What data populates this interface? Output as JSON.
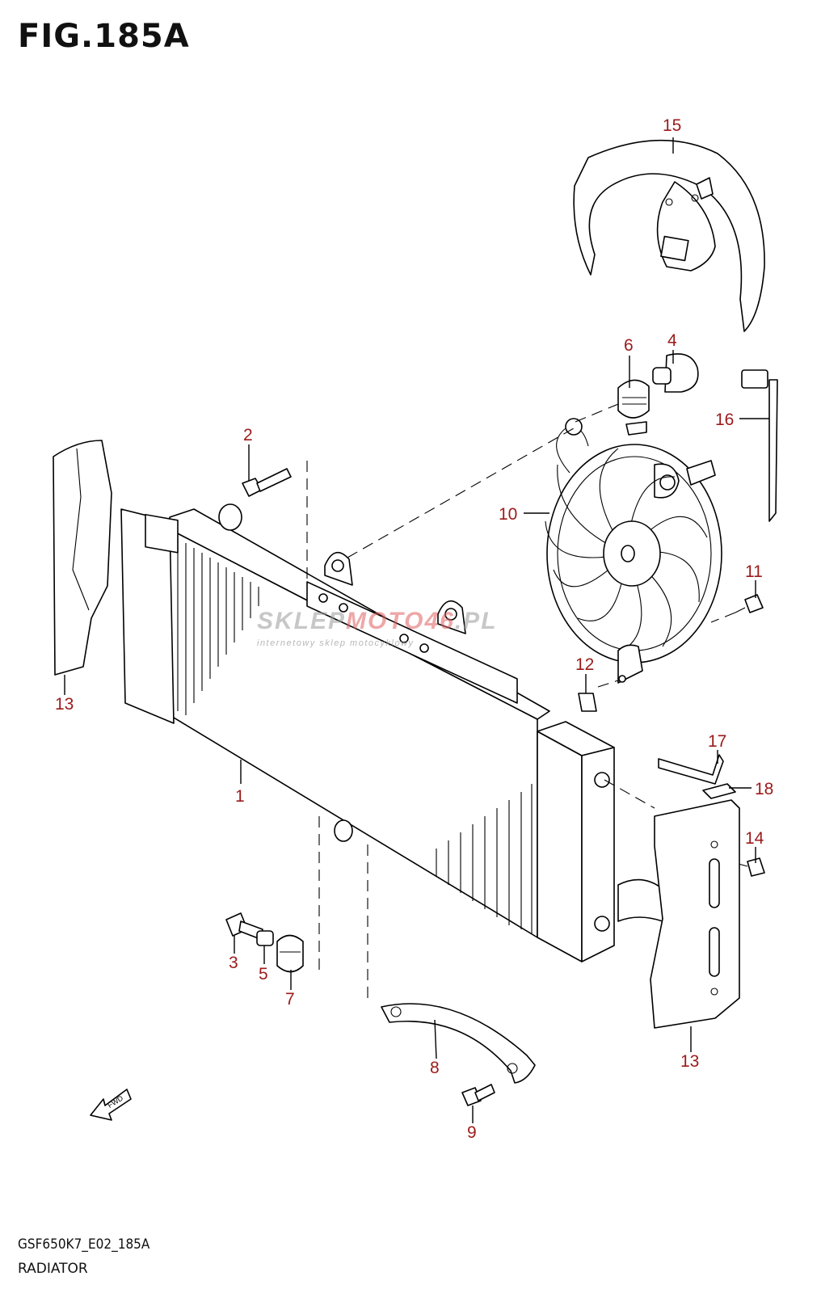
{
  "figure": {
    "title": "FIG.185A",
    "code": "GSF650K7_E02_185A",
    "name": "RADIATOR"
  },
  "watermark": {
    "main_left": "SKLEP",
    "main_accent": "MOTO46",
    "main_right": ".PL",
    "tagline": "internetowy sklep motocyklowy"
  },
  "fwd_label": "FWD",
  "colors": {
    "callout": "#9c1a1a",
    "line": "#000000"
  },
  "callouts": [
    {
      "id": "c1",
      "label": "1"
    },
    {
      "id": "c2",
      "label": "2"
    },
    {
      "id": "c3",
      "label": "3"
    },
    {
      "id": "c4",
      "label": "4"
    },
    {
      "id": "c5",
      "label": "5"
    },
    {
      "id": "c6",
      "label": "6"
    },
    {
      "id": "c7",
      "label": "7"
    },
    {
      "id": "c8",
      "label": "8"
    },
    {
      "id": "c9",
      "label": "9"
    },
    {
      "id": "c10",
      "label": "10"
    },
    {
      "id": "c11",
      "label": "11"
    },
    {
      "id": "c12",
      "label": "12"
    },
    {
      "id": "c13a",
      "label": "13"
    },
    {
      "id": "c13b",
      "label": "13"
    },
    {
      "id": "c14",
      "label": "14"
    },
    {
      "id": "c15",
      "label": "15"
    },
    {
      "id": "c16",
      "label": "16"
    },
    {
      "id": "c17",
      "label": "17"
    },
    {
      "id": "c18",
      "label": "18"
    }
  ]
}
